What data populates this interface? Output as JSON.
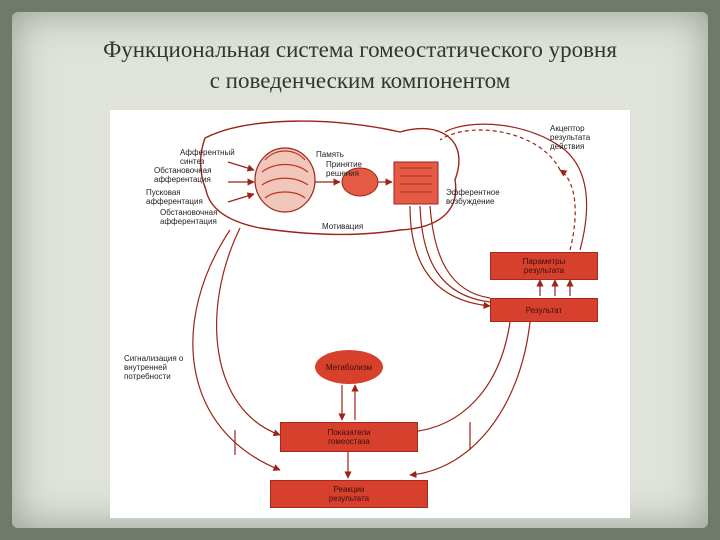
{
  "title": {
    "line1": "Функциональная система гомеостатического уровня",
    "line2": "с поведенческим компонентом"
  },
  "labels": {
    "afferent_synthesis": "Афферентный\nсинтез",
    "situational_afferentation_1": "Обстановочная\nафферентация",
    "trigger_afferentation": "Пусковая\nафферентация",
    "situational_afferentation_2": "Обстановочная\nафферентация",
    "memory": "Память",
    "decision": "Принятие\nрешения",
    "motivation": "Мотивация",
    "efferent_excitation": "Эфферентное\nвозбуждение",
    "acceptor": "Акцептор\nрезультата\nдействия",
    "internal_need_signal": "Сигнализация о\nвнутренней\nпотребности"
  },
  "boxes": {
    "result_parameters": "Параметры\nрезультата",
    "result": "Результат",
    "metabolism": "Метаболизм",
    "homeostasis_shift": "Показатели\nгомеостаза",
    "result_reaction": "Реакции\nрезультата"
  },
  "colors": {
    "accent": "#d8402e",
    "line": "#9b2417",
    "blob": "#e9b4a8"
  }
}
